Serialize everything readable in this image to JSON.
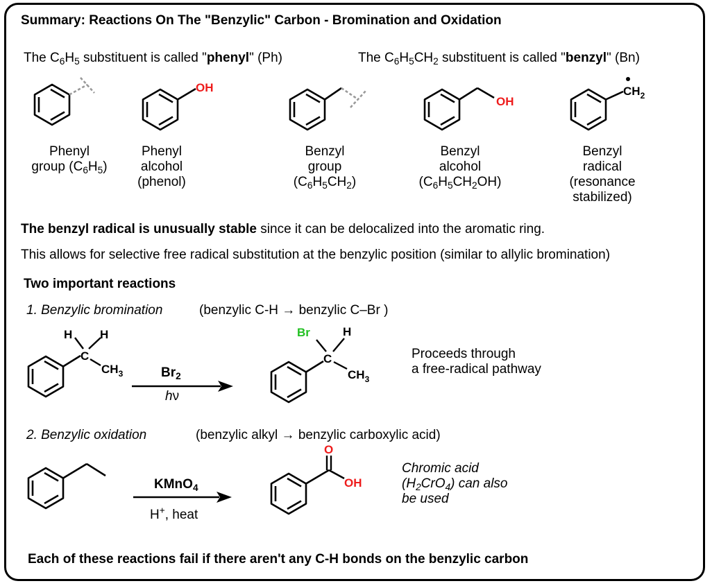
{
  "title": "Summary: Reactions On The \"Benzylic\" Carbon -  Bromination and Oxidation",
  "intro": {
    "phenyl_pre": "The C",
    "phenyl_sub1": "6",
    "phenyl_mid": "H",
    "phenyl_sub2": "5",
    "phenyl_post": " substituent is called \"",
    "phenyl_word": "phenyl",
    "phenyl_abbr": "\" (Ph)",
    "benzyl_pre": "The C",
    "benzyl_sub1": "6",
    "benzyl_mid1": "H",
    "benzyl_sub2": "5",
    "benzyl_mid2": "CH",
    "benzyl_sub3": "2",
    "benzyl_post": " substituent is called \"",
    "benzyl_word": "benzyl",
    "benzyl_abbr": "\" (Bn)"
  },
  "structures": [
    {
      "line1": "Phenyl",
      "line2_pre": "group (C",
      "sub1": "6",
      "mid": "H",
      "sub2": "5",
      "line2_post": ")"
    },
    {
      "line1": "Phenyl",
      "line2": "alcohol",
      "line3": "(phenol)"
    },
    {
      "line1": "Benzyl",
      "line2": "group",
      "line3_pre": "(C",
      "sub1": "6",
      "mid1": "H",
      "sub2": "5",
      "mid2": "CH",
      "sub3": "2",
      "line3_post": ")"
    },
    {
      "line1": "Benzyl",
      "line2": "alcohol",
      "line3_pre": "(C",
      "sub1": "6",
      "mid1": "H",
      "sub2": "5",
      "mid2": "CH",
      "sub3": "2",
      "line3_post": "OH)"
    },
    {
      "line1": "Benzyl",
      "line2": "radical",
      "line3": "(resonance",
      "line4": "stabilized)"
    }
  ],
  "atoms": {
    "oh": "OH",
    "ch": "CH",
    "two": "2",
    "h": "H",
    "c": "C",
    "ch3": "CH",
    "three": "3",
    "br": "Br",
    "o": "O"
  },
  "stability": {
    "bold": "The benzyl radical is unusually stable",
    "rest": " since it can be delocalized into the aromatic ring."
  },
  "selective": "This allows for selective free radical substitution at the benzylic position (similar to allylic bromination)",
  "two_reactions": "Two important reactions",
  "reaction1": {
    "name": "1. Benzylic bromination",
    "desc": "(benzylic C-H → benzylic C–Br )",
    "reagent_pre": "Br",
    "reagent_sub": "2",
    "condition_h": "h",
    "condition_nu": "ν",
    "note_line1": "Proceeds through",
    "note_line2": "a free-radical pathway"
  },
  "reaction2": {
    "name": "2. Benzylic oxidation",
    "desc": "(benzylic alkyl  →  benzylic carboxylic acid)",
    "reagent_pre": "KMnO",
    "reagent_sub": "4",
    "condition_pre": "H",
    "condition_sup": "+",
    "condition_post": ", heat",
    "note_line1": "Chromic acid",
    "note_line2_pre": "(H",
    "note_sub1": "2",
    "note_mid": "CrO",
    "note_sub2": "4",
    "note_line2_post": ") can also",
    "note_line3": "be used"
  },
  "footer": "Each of these reactions fail if there aren't any C-H bonds on the benzylic carbon",
  "colors": {
    "heteroatom_red": "#ee1c1c",
    "bromine_green": "#22c022",
    "wavy_bond_gray": "#999999"
  }
}
